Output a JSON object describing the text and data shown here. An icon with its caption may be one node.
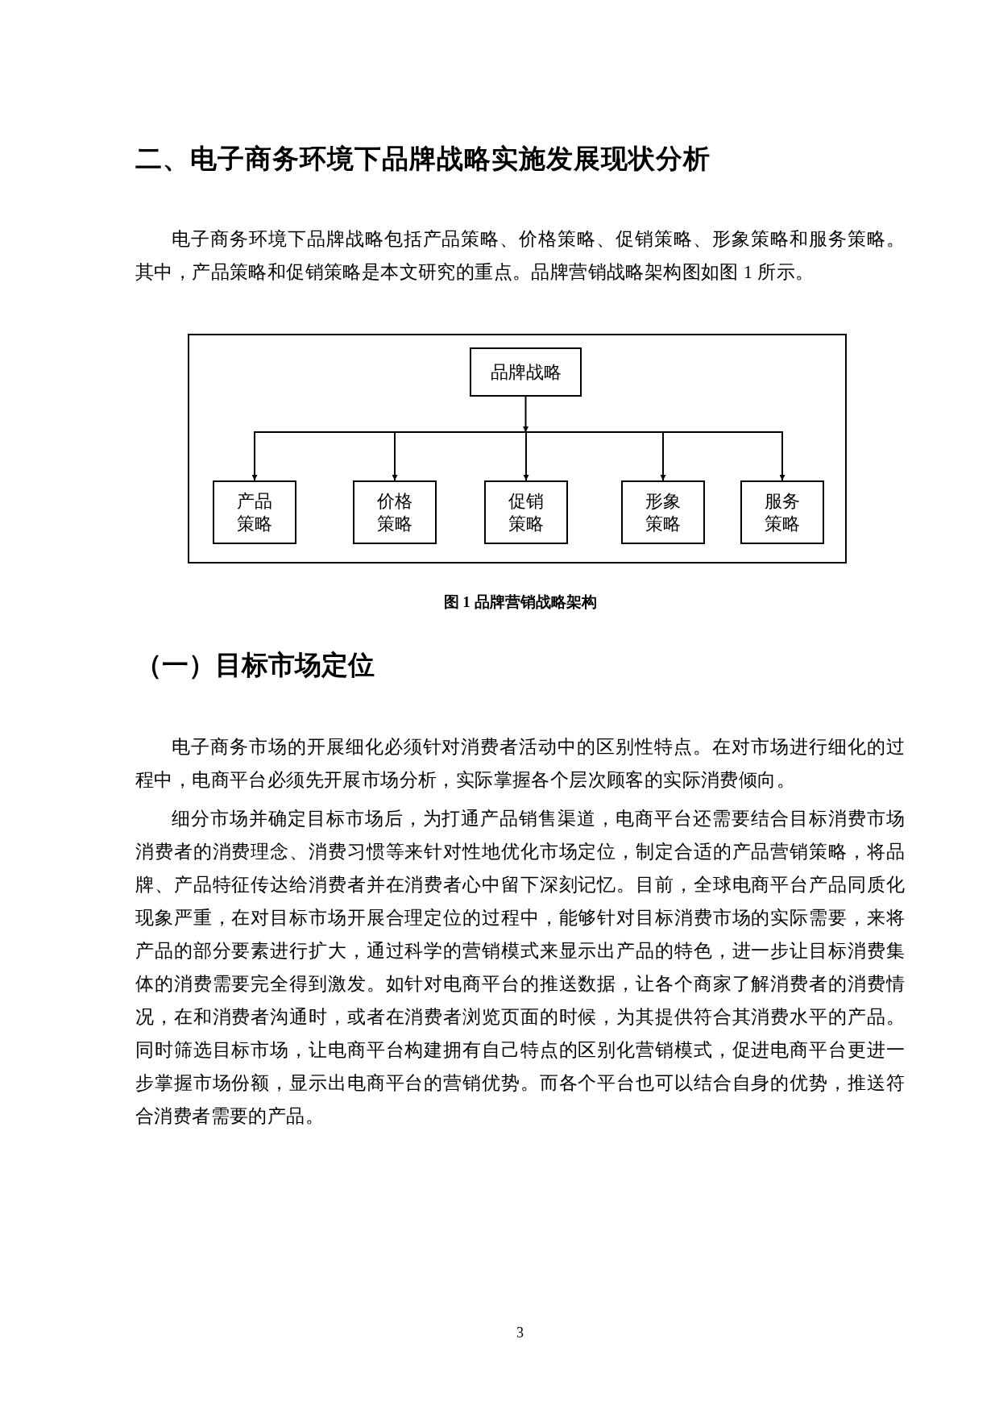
{
  "diagram": {
    "caption": "图 1 品牌营销战略架构",
    "nodes": [
      {
        "text": [
          "品牌战略"
        ]
      },
      {
        "text": [
          "产品策略"
        ]
      },
      {
        "text": [
          "价格策略"
        ]
      },
      {
        "text": [
          "促销策略"
        ]
      },
      {
        "text": [
          "形象策略"
        ]
      },
      {
        "text": [
          "服务策略"
        ]
      }
    ],
    "edges": [
      {
        "from": 0,
        "to": 1,
        "arrow": "to"
      },
      {
        "from": 0,
        "to": 2,
        "arrow": "to"
      },
      {
        "from": 0,
        "to": 3,
        "arrow": "to"
      },
      {
        "from": 0,
        "to": 4,
        "arrow": "to"
      },
      {
        "from": 0,
        "to": 5,
        "arrow": "to"
      }
    ],
    "labels": [
      "二、电子商务环境下品牌战略实施发展现状分析",
      "电子商务环境下品牌战略包括产品策略、价格策略、促销策略、形象策略和服务策略。其中，产品策略和促销策略是本文研究的重点。品牌营销战略架构图如图 1 所示。",
      "（一）目标市场定位",
      "电子商务市场的开展细化必须针对消费者活动中的区别性特点。在对市场进行细化的过程中，电商平台必须先开展市场分析，实际掌握各个层次顾客的实际消费倾向。",
      "细分市场并确定目标市场后，为打通产品销售渠道，电商平台还需要结合目标消费市场消费者的消费理念、消费习惯等来针对性地优化市场定位，制定合适的产品营销策略，将品牌、产品特征传达给消费者并在消费者心中留下深刻记忆。目前，全球电商平台产品同质化现象严重，在对目标市场开展合理定位的过程中，能够针对目标消费市场的实际需要，来将产品的部分要素进行扩大，通过科学的营销模式来显示出产品的特色，进一步让目标消费集体的消费需要完全得到激发。如针对电商平台的推送数据，让各个商家了解消费者的消费情况，在和消费者沟通时，或者在消费者浏览页面的时候，为其提供符合其消费水平的产品。同时筛选目标市场，让电商平台构建拥有自己特点的区别化营销模式，促进电商平台更进一步掌握市场份额，显示出电商平台的营销优势。而各个平台也可以结合自身的优势，推送符合消费者需要的产品。",
      "3"
    ]
  }
}
